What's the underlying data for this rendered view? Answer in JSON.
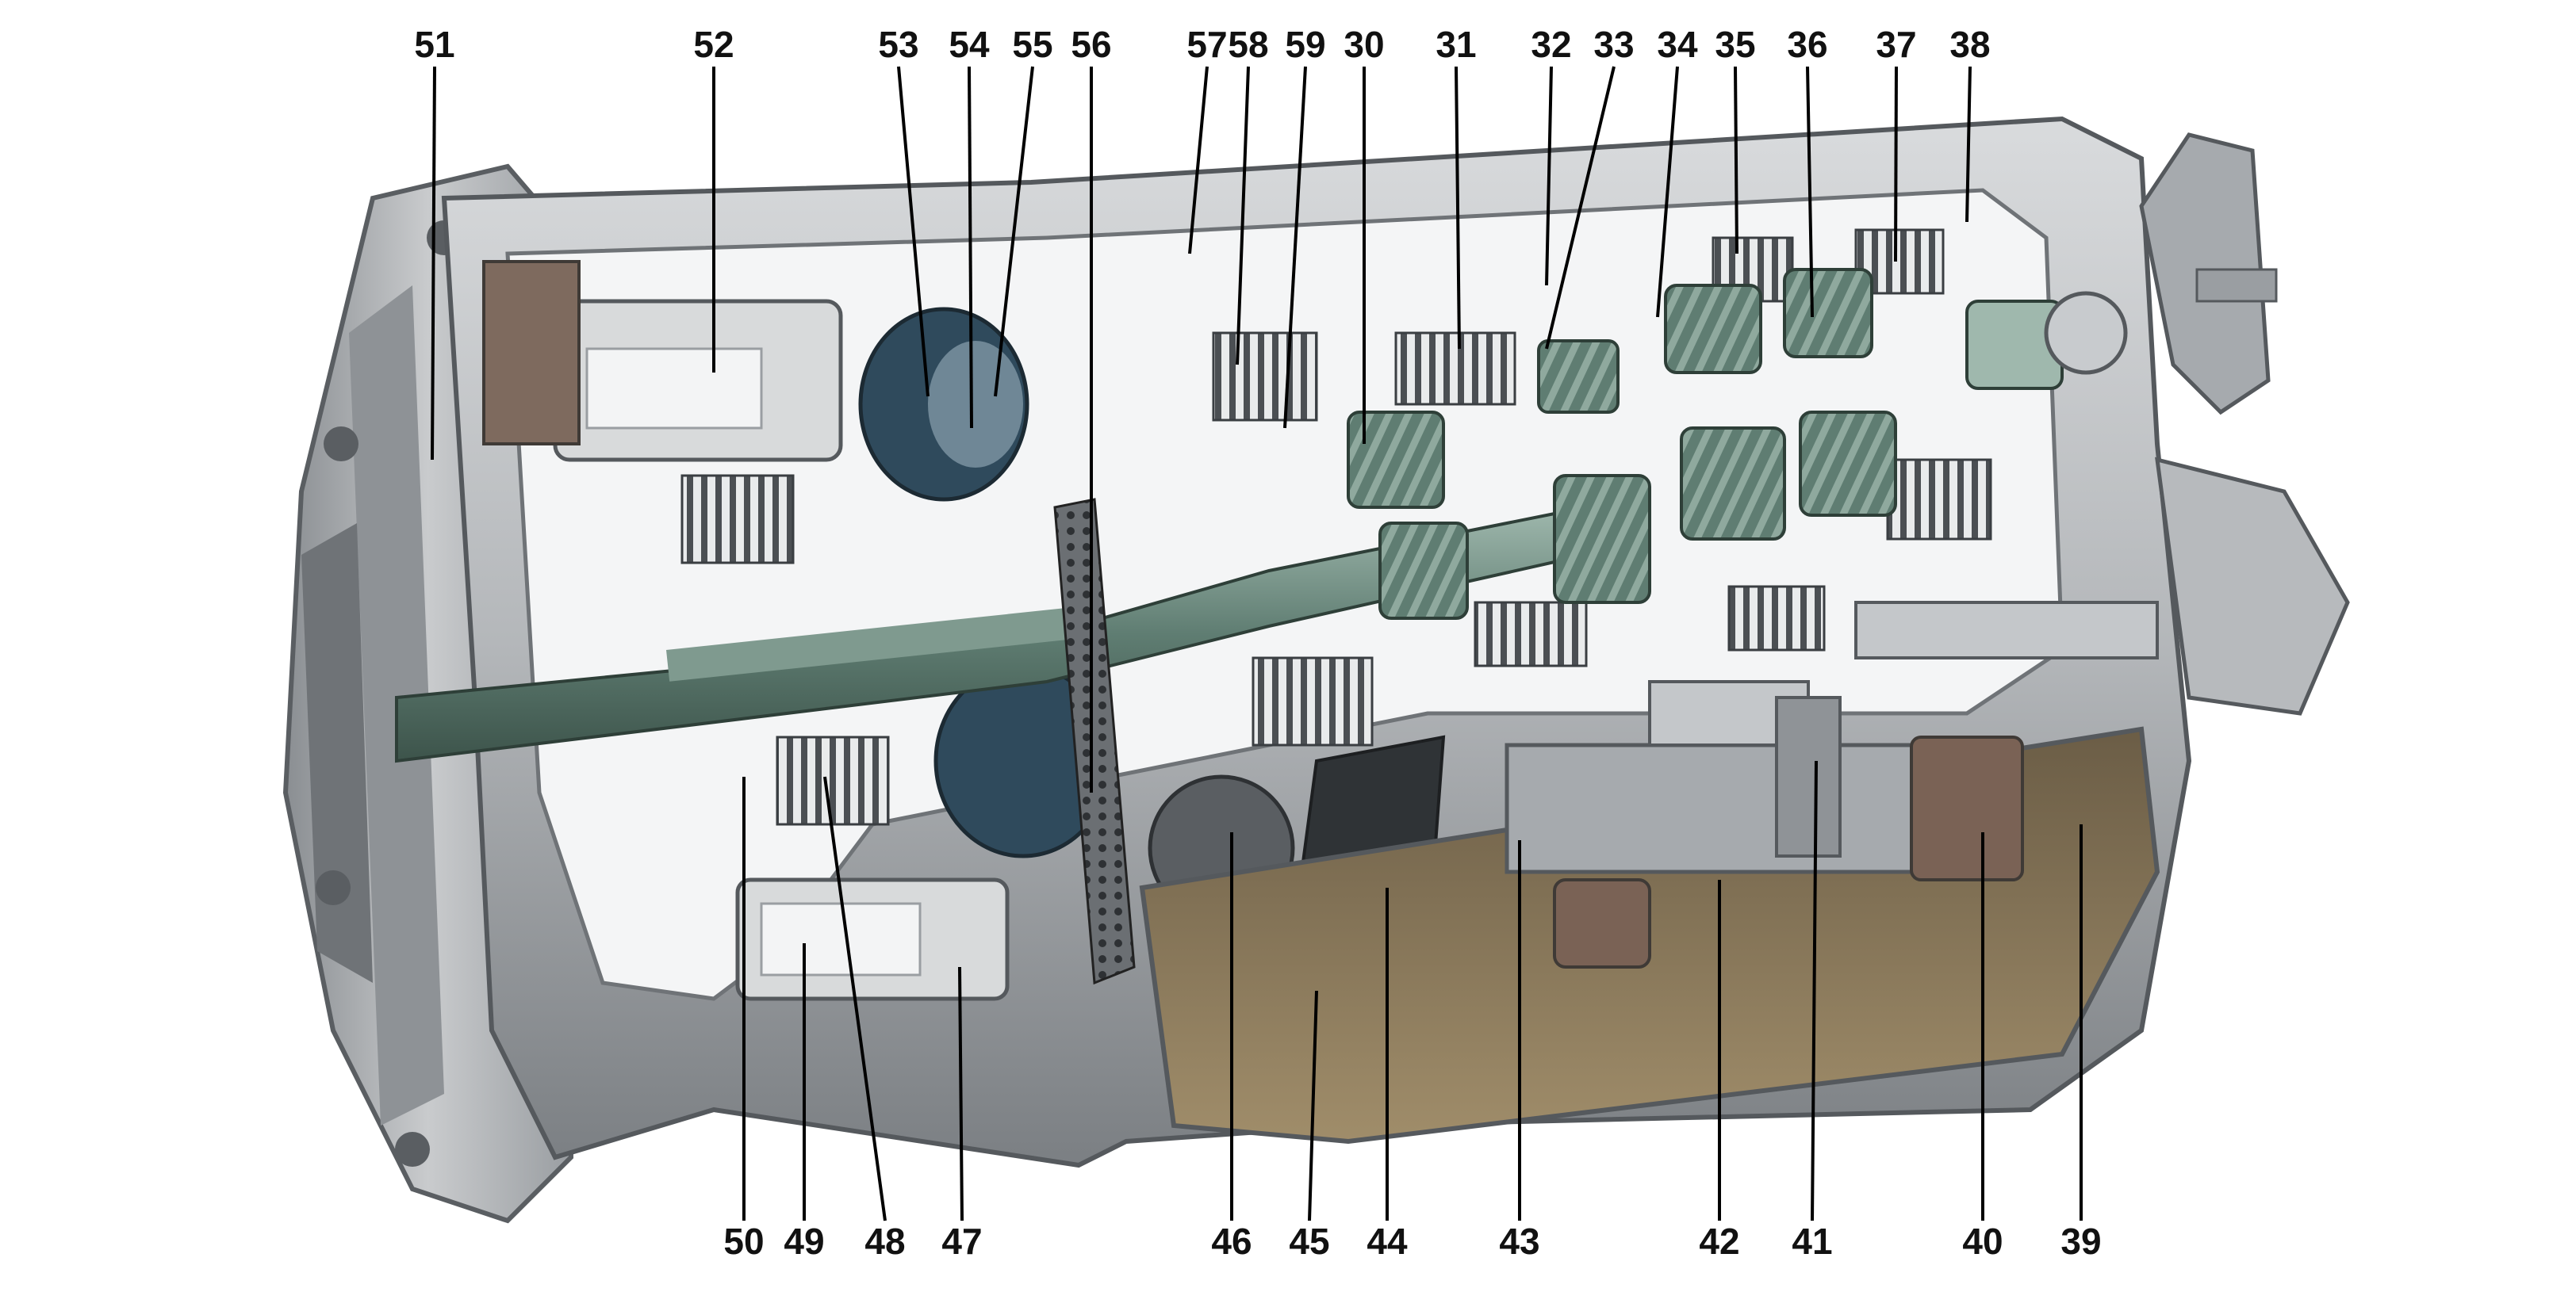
{
  "diagram": {
    "colors": {
      "background": "#ffffff",
      "housing": "#b9bcbf",
      "housing_dark": "#6f7377",
      "housing_shadow": "#4b4f53",
      "section_cut": "#f4f5f6",
      "gear_green": "#5f7d72",
      "gear_green_dark": "#3d544b",
      "oil_pan": "#8b7b5e",
      "copper": "#a0755a",
      "label_text": "#111111",
      "leader_line": "#000000"
    },
    "callouts_top": [
      "51",
      "52",
      "53",
      "54",
      "55",
      "56",
      "57",
      "58",
      "59",
      "30",
      "31",
      "32",
      "33",
      "34",
      "35",
      "36",
      "37",
      "38"
    ],
    "callouts_bottom": [
      "50",
      "49",
      "48",
      "47",
      "46",
      "45",
      "44",
      "43",
      "42",
      "41",
      "40",
      "39"
    ]
  }
}
